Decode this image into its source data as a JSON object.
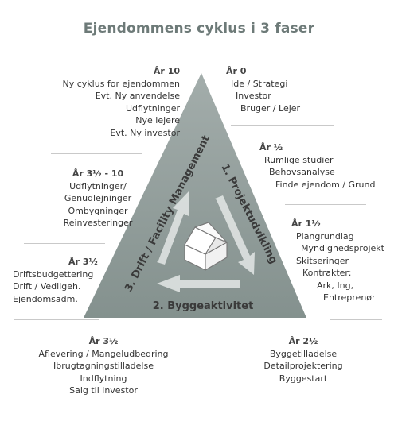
{
  "title": "Ejendommens cyklus i 3 faser",
  "phases": {
    "p1": "1. Projektudvikling",
    "p2": "2. Byggeaktivitet",
    "p3": "3. Drift / Facility Management"
  },
  "blocks": {
    "aar10": {
      "header": "År 10",
      "lines": [
        "Ny cyklus for ejendommen",
        "Evt. Ny anvendelse",
        "Udflytninger",
        "Nye lejere",
        "Evt. Ny investor"
      ]
    },
    "aar0": {
      "header": "År 0",
      "lines": [
        "Ide / Strategi",
        "Investor",
        "Bruger / Lejer"
      ]
    },
    "aar05": {
      "header": "År ½",
      "lines": [
        "Rumlige studier",
        "Behovsanalyse",
        "Finde ejendom / Grund"
      ]
    },
    "aar3510": {
      "header": "År 3½ - 10",
      "lines": [
        "Udflytninger/",
        "Genudlejninger",
        "Ombygninger",
        "Reinvesteringer"
      ]
    },
    "aar15": {
      "header": "År 1½",
      "lines": [
        "Plangrundlag",
        "Myndighedsprojekt",
        "Skitseringer",
        "Kontrakter:",
        "Ark, Ing,",
        "Entreprenør"
      ]
    },
    "aar35a": {
      "header": "År 3½",
      "lines": [
        "Driftsbudgettering",
        "Drift / Vedligeh.",
        "Ejendomsadm."
      ]
    },
    "aar35b": {
      "header": "År 3½",
      "lines": [
        "Aflevering / Mangeludbedring",
        "Ibrugtagningstilladelse",
        "Indflytning",
        "Salg til investor"
      ]
    },
    "aar25": {
      "header": "År 2½",
      "lines": [
        "Byggetilladelse",
        "Detailprojektering",
        "Byggestart"
      ]
    }
  },
  "colors": {
    "triangle": "#8e9a97",
    "arrow": "#d9dedd",
    "title": "#6d7a78"
  }
}
